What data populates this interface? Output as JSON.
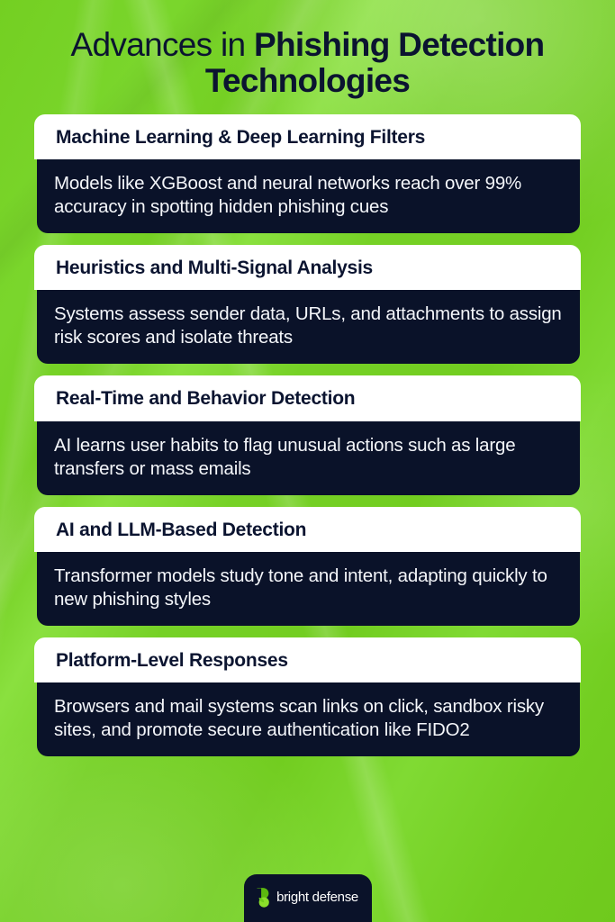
{
  "title": {
    "light_part": "Advances in ",
    "bold_part": "Phishing Detection Technologies",
    "full": "Advances in Phishing Detection Technologies"
  },
  "colors": {
    "background_green": "#76D124",
    "card_body_navy": "#0A1229",
    "card_header_white": "#FFFFFF",
    "title_navy": "#0B1430",
    "logo_green": "#76D124"
  },
  "cards": [
    {
      "heading": "Machine Learning & Deep Learning Filters",
      "body": "Models like XGBoost and neural networks reach over 99% accuracy in spotting hidden phishing cues"
    },
    {
      "heading": "Heuristics and Multi-Signal Analysis",
      "body": "Systems assess sender data, URLs, and attachments to assign risk scores and isolate threats"
    },
    {
      "heading": "Real-Time and Behavior Detection",
      "body": "AI learns user habits to flag unusual actions such as large transfers or mass emails"
    },
    {
      "heading": "AI and LLM-Based Detection",
      "body": "Transformer models study tone and intent, adapting quickly to new phishing styles"
    },
    {
      "heading": "Platform-Level Responses",
      "body": "Browsers and mail systems scan links on click, sandbox risky sites, and promote secure authentication like FIDO2"
    }
  ],
  "footer": {
    "brand_name": "bright defense",
    "logo_icon": "bright-defense-b-mark-icon"
  }
}
